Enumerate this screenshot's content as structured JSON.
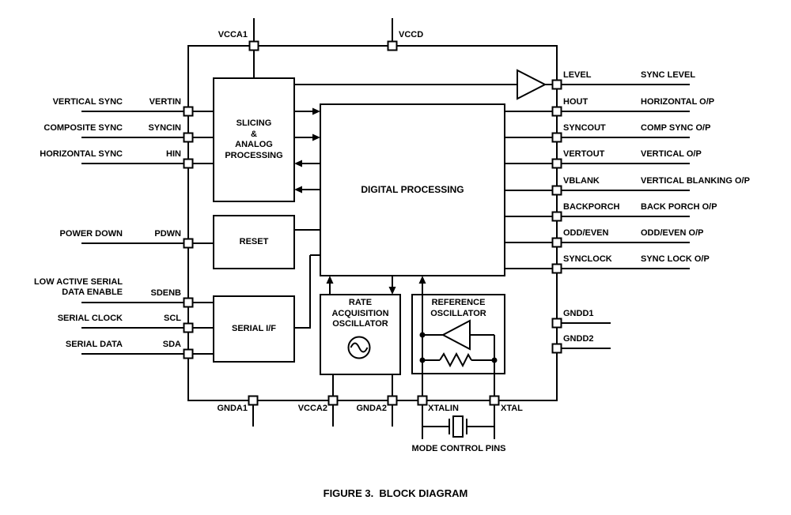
{
  "figure": {
    "caption": "FIGURE 3.  BLOCK DIAGRAM"
  },
  "blocks": {
    "slicing": {
      "title": "SLICING\n&\nANALOG\nPROCESSING"
    },
    "digital": {
      "title": "DIGITAL PROCESSING"
    },
    "reset": {
      "title": "RESET"
    },
    "serial_if": {
      "title": "SERIAL I/F"
    },
    "rate_osc": {
      "title": "RATE\nACQUISITION\nOSCILLATOR"
    },
    "ref_osc": {
      "title": "REFERENCE\nOSCILLATOR"
    }
  },
  "pins": {
    "top": [
      {
        "name": "VCCA1"
      },
      {
        "name": "VCCD"
      }
    ],
    "left": [
      {
        "signal": "VERTICAL SYNC",
        "pin": "VERTIN"
      },
      {
        "signal": "COMPOSITE SYNC",
        "pin": "SYNCIN"
      },
      {
        "signal": "HORIZONTAL SYNC",
        "pin": "HIN"
      },
      {
        "signal": "POWER DOWN",
        "pin": "PDWN"
      },
      {
        "signal": "LOW ACTIVE SERIAL\nDATA ENABLE",
        "pin": "SDENB"
      },
      {
        "signal": "SERIAL CLOCK",
        "pin": "SCL"
      },
      {
        "signal": "SERIAL DATA",
        "pin": "SDA"
      }
    ],
    "right": [
      {
        "pin": "LEVEL",
        "signal": "SYNC LEVEL"
      },
      {
        "pin": "HOUT",
        "signal": "HORIZONTAL O/P"
      },
      {
        "pin": "SYNCOUT",
        "signal": "COMP SYNC O/P"
      },
      {
        "pin": "VERTOUT",
        "signal": "VERTICAL O/P"
      },
      {
        "pin": "VBLANK",
        "signal": "VERTICAL BLANKING O/P"
      },
      {
        "pin": "BACKPORCH",
        "signal": "BACK PORCH O/P"
      },
      {
        "pin": "ODD/EVEN",
        "signal": "ODD/EVEN O/P"
      },
      {
        "pin": "SYNCLOCK",
        "signal": "SYNC LOCK O/P"
      },
      {
        "pin": "GNDD1"
      },
      {
        "pin": "GNDD2"
      }
    ],
    "bottom": [
      {
        "name": "GNDA1"
      },
      {
        "name": "VCCA2"
      },
      {
        "name": "GNDA2"
      },
      {
        "name": "XTALIN"
      },
      {
        "name": "XTAL"
      }
    ]
  },
  "notes": {
    "mode_control": "MODE CONTROL PINS"
  },
  "colors": {
    "line": "#000000",
    "background": "#ffffff"
  }
}
